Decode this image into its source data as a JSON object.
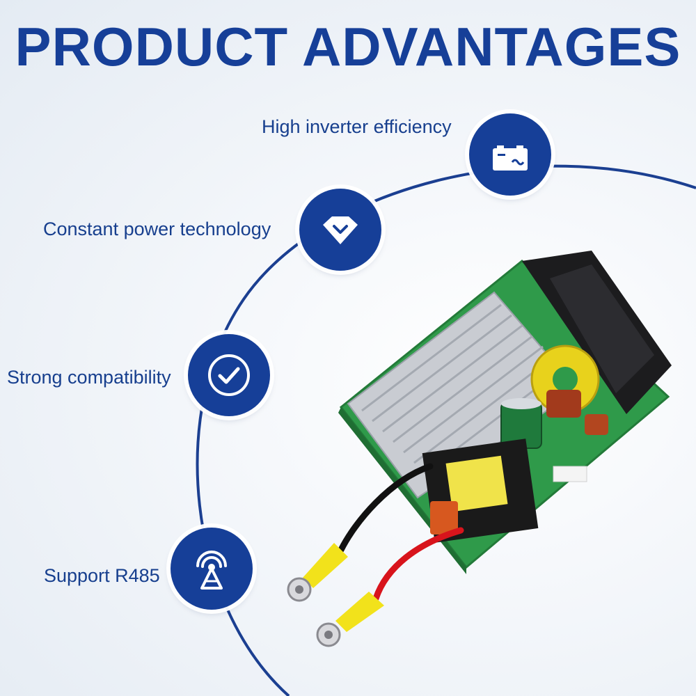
{
  "title": "PRODUCT ADVANTAGES",
  "features": [
    {
      "label": "High inverter efficiency",
      "icon": "battery-icon"
    },
    {
      "label": "Constant power technology",
      "icon": "diamond-icon"
    },
    {
      "label": "Strong compatibility",
      "icon": "checkmark-icon"
    },
    {
      "label": "Support R485",
      "icon": "signal-tower-icon"
    }
  ],
  "colors": {
    "brand": "#163f98",
    "arc": "#1b3f91",
    "pcb_green": "#2f9a4a",
    "heatsink": "#c9ccd2"
  },
  "product_image": "inverter-pcb-board"
}
